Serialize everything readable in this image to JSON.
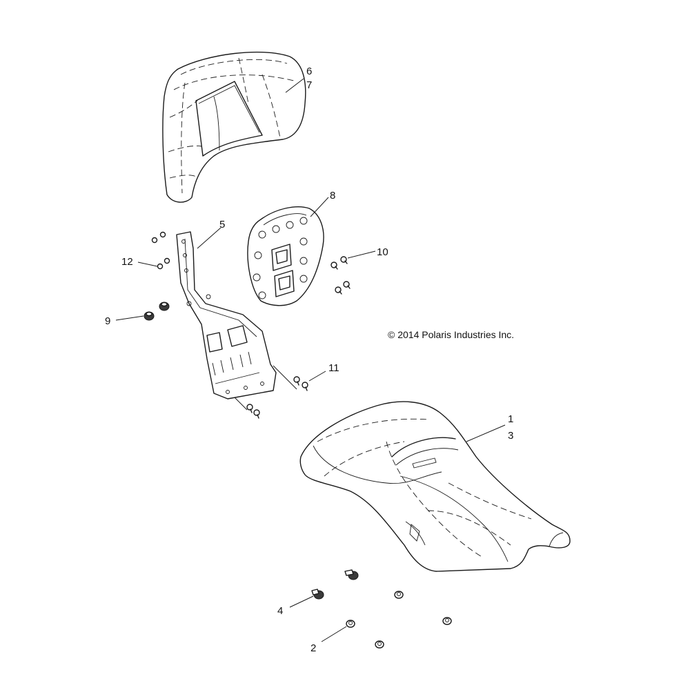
{
  "copyright": "© 2014 Polaris Industries Inc.",
  "callouts": {
    "c1": "1",
    "c2": "2",
    "c3": "3",
    "c4": "4",
    "c5": "5",
    "c6": "6",
    "c7": "7",
    "c8": "8",
    "c9": "9",
    "c10": "10",
    "c11": "11",
    "c12": "12"
  },
  "colors": {
    "line": "#1a1a1a",
    "background": "#ffffff"
  }
}
